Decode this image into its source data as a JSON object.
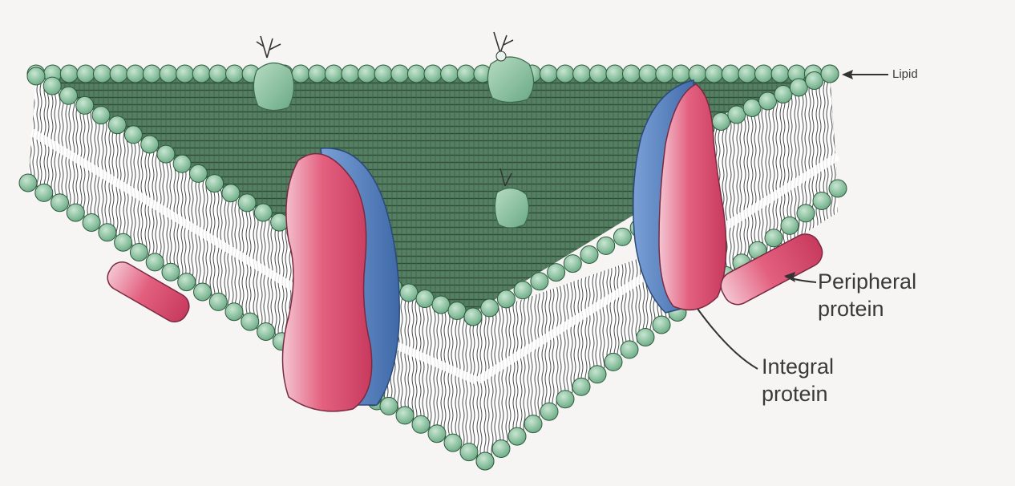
{
  "labels": {
    "lipid": "Lipid",
    "peripheral_line1": "Peripheral",
    "peripheral_line2": "protein",
    "integral_line1": "Integral",
    "integral_line2": "protein"
  },
  "colors": {
    "background": "#f7f5f3",
    "lipid_head": "#8ec6a4",
    "lipid_head_outline": "#2f5a3f",
    "top_surface": "#4e7a5c",
    "protein_pink": "#e05a7c",
    "protein_blue": "#5b86c4",
    "glycoprotein": "#7fbf93",
    "ink": "#3a3a3a"
  }
}
